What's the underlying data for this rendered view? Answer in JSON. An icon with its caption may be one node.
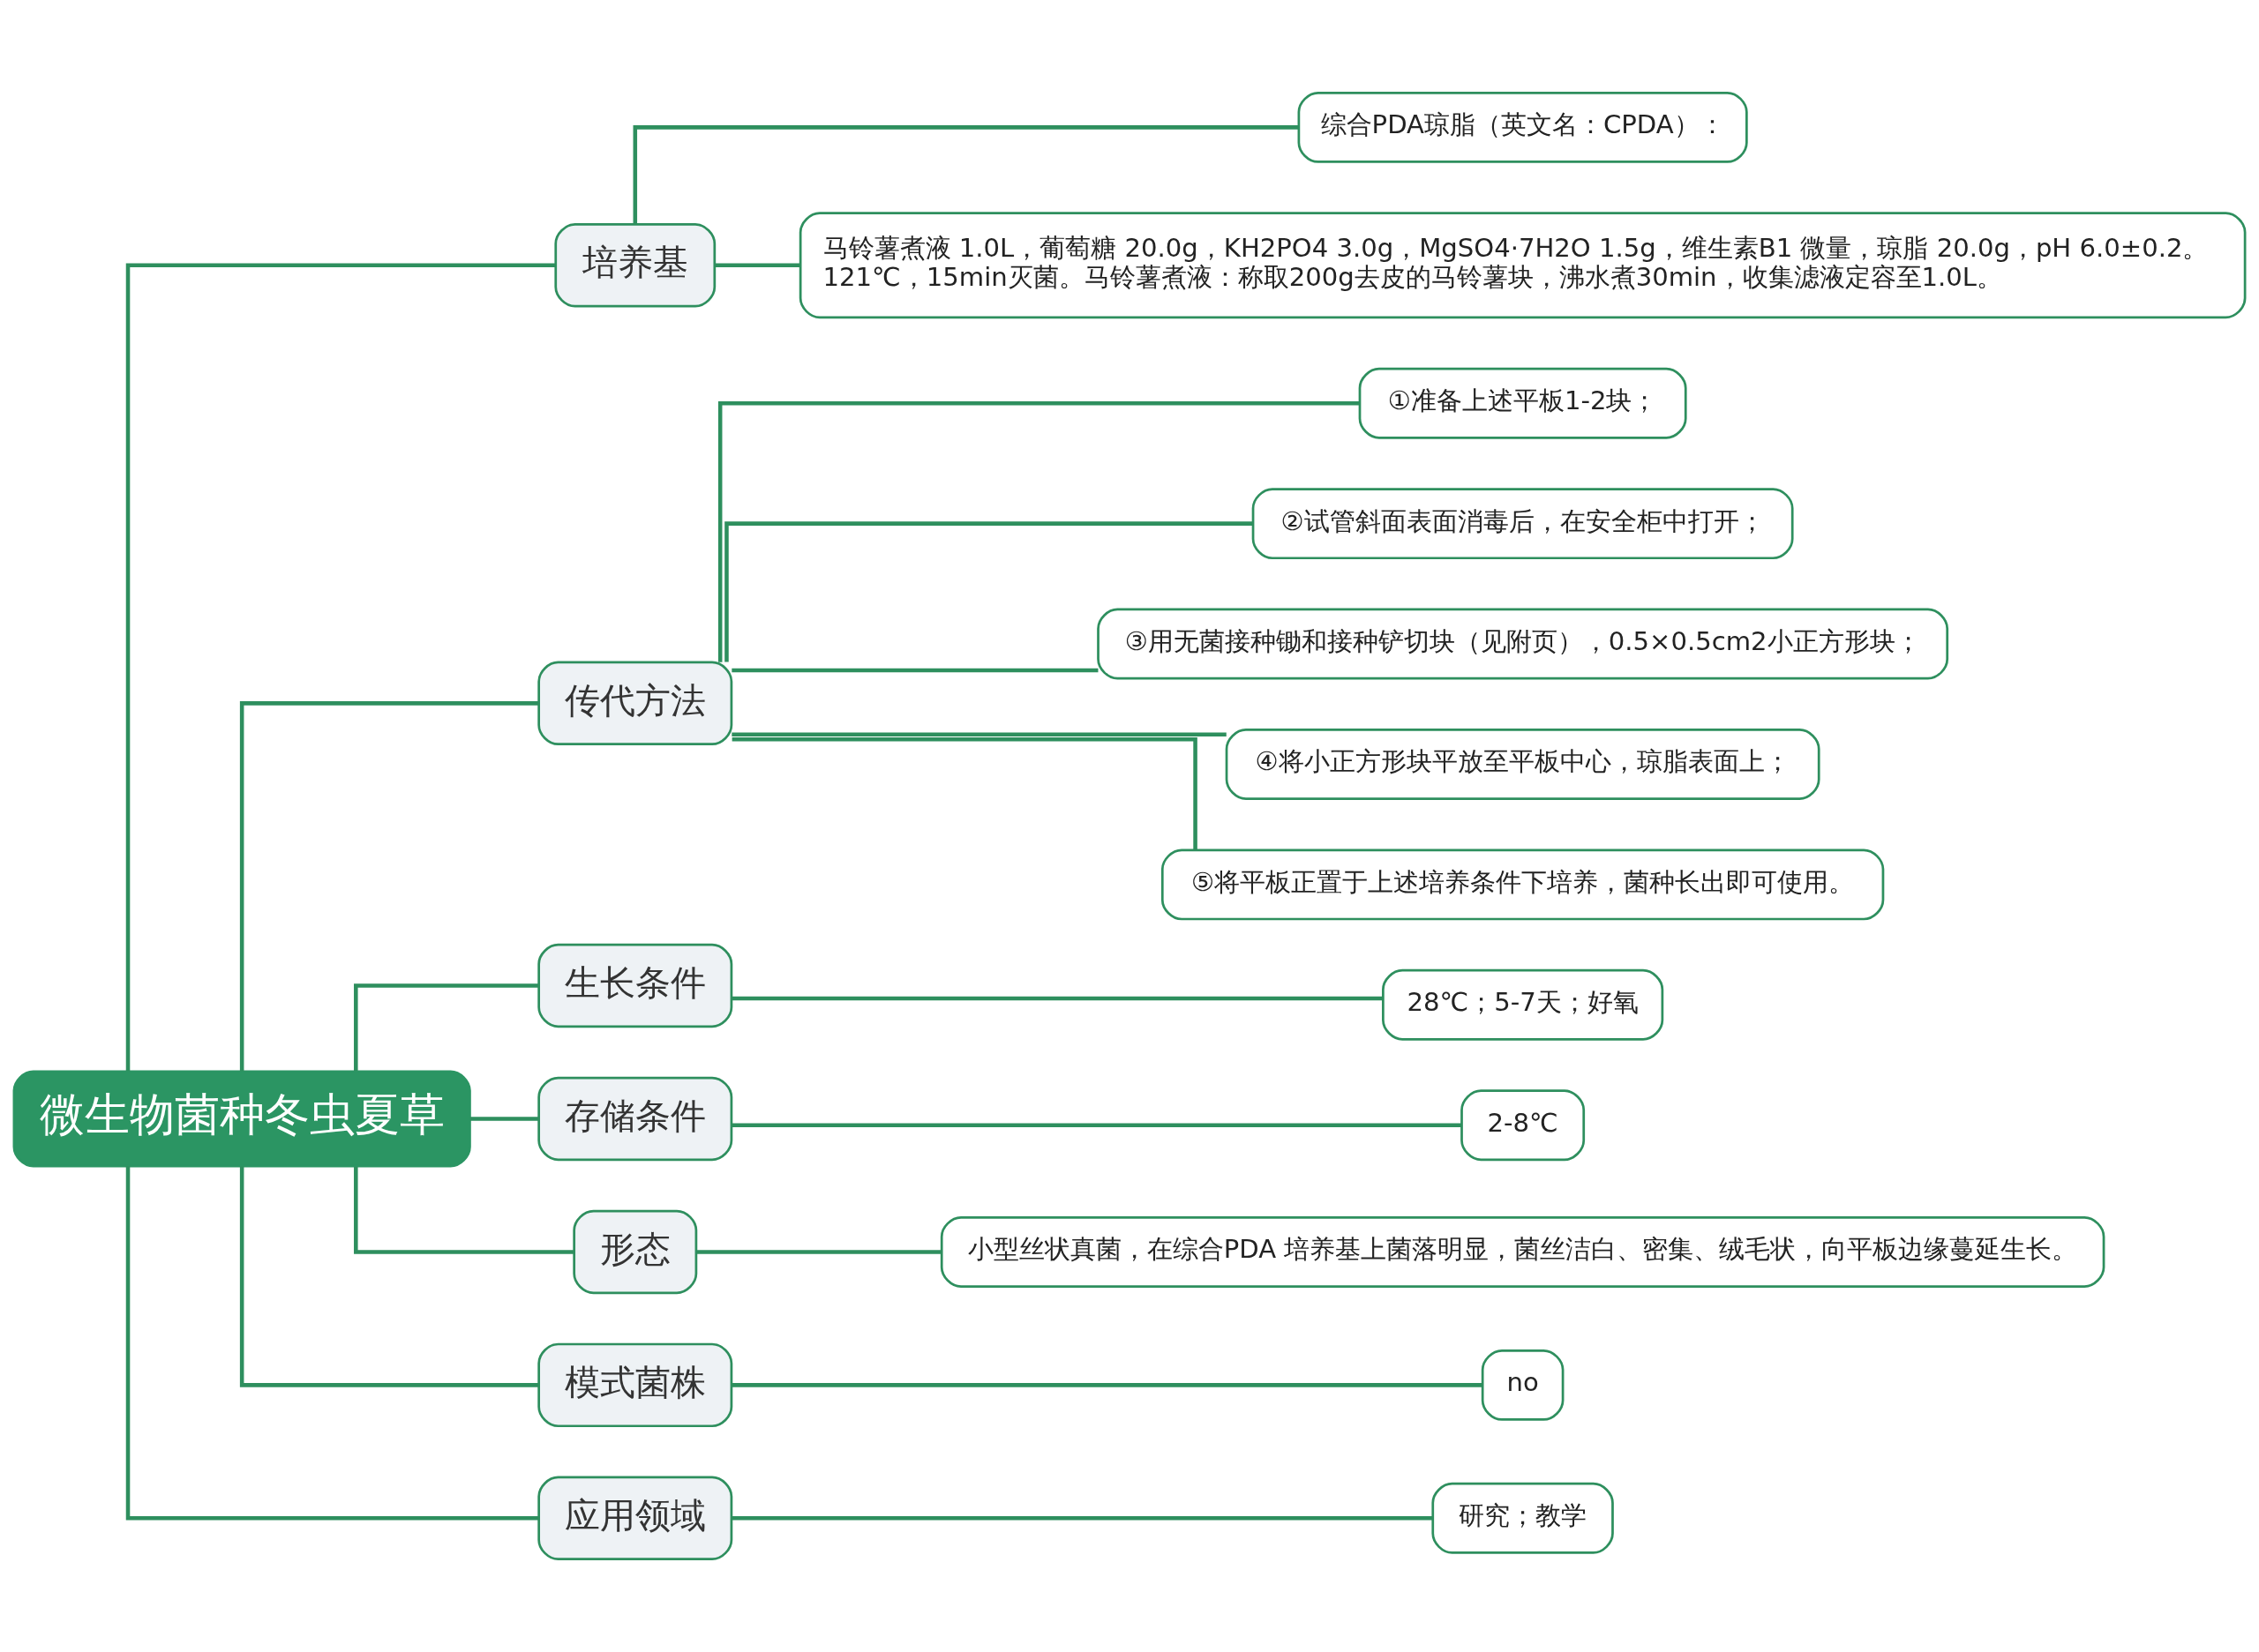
{
  "diagram": {
    "nodes": [
      {
        "text": [
          "微生物菌种冬虫夏草"
        ]
      },
      {
        "text": [
          "培养基"
        ]
      },
      {
        "text": [
          "综合PDA琼脂（英文名：CPDA）："
        ]
      },
      {
        "text": [
          "马铃薯煮液 1.0L，葡萄糖 20.0g，KH2PO4 3.0g，MgSO4·7H2O 1.5g，维生素B1 微量，琼脂 20.0g，pH 6.0±0.2。121℃，15min灭菌。马铃薯煮液：称取200g去皮的马铃薯块，沸水煮30min，收集滤液定容至1.0L。"
        ]
      },
      {
        "text": [
          "传代方法"
        ]
      },
      {
        "text": [
          "①准备上述平板1-2块；"
        ]
      },
      {
        "text": [
          "②试管斜面表面消毒后，在安全柜中打开；"
        ]
      },
      {
        "text": [
          "③用无菌接种锄和接种铲切块（见附页），0.5×0.5cm2小正方形块；"
        ]
      },
      {
        "text": [
          "④将小正方形块平放至平板中心，琼脂表面上；"
        ]
      },
      {
        "text": [
          "⑤将平板正置于上述培养条件下培养，菌种长出即可使用。"
        ]
      },
      {
        "text": [
          "生长条件"
        ]
      },
      {
        "text": [
          "28℃；5-7天；好氧"
        ]
      },
      {
        "text": [
          "存储条件"
        ]
      },
      {
        "text": [
          "2-8℃"
        ]
      },
      {
        "text": [
          "形态"
        ]
      },
      {
        "text": [
          "小型丝状真菌，在综合PDA 培养基上菌落明显，菌丝洁白、密集、绒毛状，向平板边缘蔓延生长。"
        ]
      },
      {
        "text": [
          "模式菌株"
        ]
      },
      {
        "text": [
          "no"
        ]
      },
      {
        "text": [
          "应用领域"
        ]
      },
      {
        "text": [
          "研究；教学"
        ]
      }
    ],
    "edges": [
      {
        "from": 0,
        "to": 1,
        "arrow": "none"
      },
      {
        "from": 1,
        "to": 2,
        "arrow": "none"
      },
      {
        "from": 1,
        "to": 3,
        "arrow": "none"
      },
      {
        "from": 0,
        "to": 4,
        "arrow": "none"
      },
      {
        "from": 4,
        "to": 5,
        "arrow": "none"
      },
      {
        "from": 4,
        "to": 6,
        "arrow": "none"
      },
      {
        "from": 4,
        "to": 7,
        "arrow": "none"
      },
      {
        "from": 4,
        "to": 8,
        "arrow": "none"
      },
      {
        "from": 4,
        "to": 9,
        "arrow": "none"
      },
      {
        "from": 0,
        "to": 10,
        "arrow": "none"
      },
      {
        "from": 10,
        "to": 11,
        "arrow": "none"
      },
      {
        "from": 0,
        "to": 12,
        "arrow": "none"
      },
      {
        "from": 12,
        "to": 13,
        "arrow": "none"
      },
      {
        "from": 0,
        "to": 14,
        "arrow": "none"
      },
      {
        "from": 14,
        "to": 15,
        "arrow": "none"
      },
      {
        "from": 0,
        "to": 16,
        "arrow": "none"
      },
      {
        "from": 16,
        "to": 17,
        "arrow": "none"
      },
      {
        "from": 0,
        "to": 18,
        "arrow": "none"
      },
      {
        "from": 18,
        "to": 19,
        "arrow": "none"
      }
    ]
  }
}
